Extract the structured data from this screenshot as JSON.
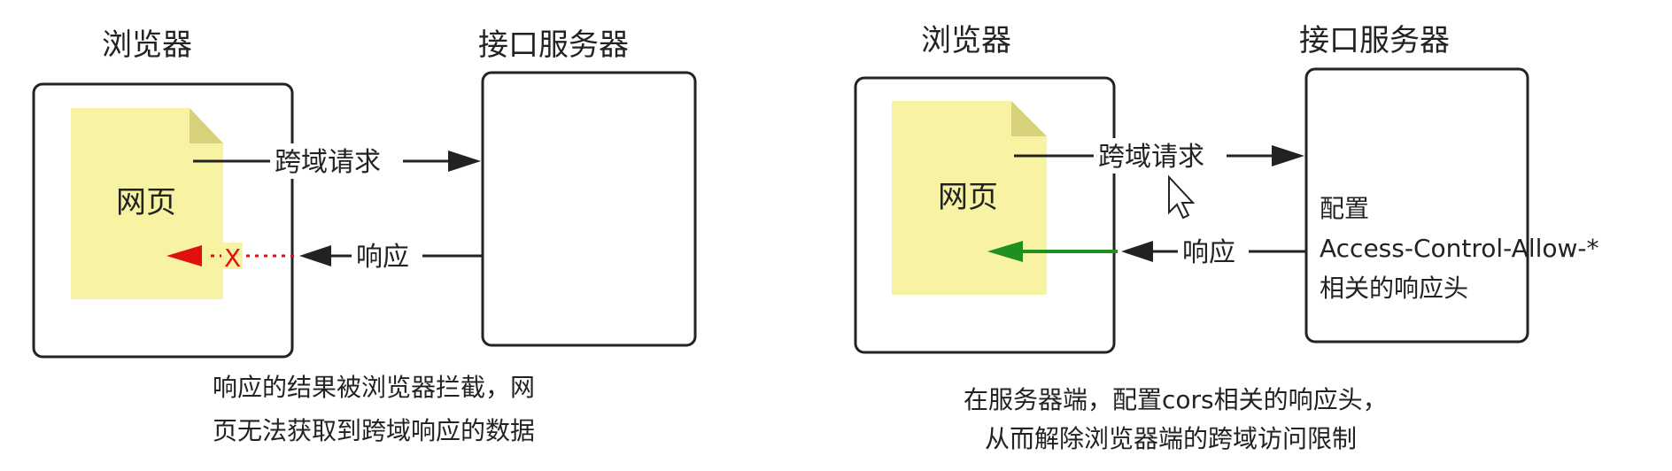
{
  "colors": {
    "page_fill": "#f8f3a3",
    "page_fold": "#d6d17a",
    "blocked_arrow": "#e01010",
    "allowed_arrow": "#1f8f1f",
    "line": "#222222"
  },
  "left_panel": {
    "browser_title": "浏览器",
    "server_title": "接口服务器",
    "page_label": "网页",
    "request_label": "跨域请求",
    "response_label": "响应",
    "blocked_mark": "X",
    "caption_line1": "响应的结果被浏览器拦截，网",
    "caption_line2": "页无法获取到跨域响应的数据"
  },
  "right_panel": {
    "browser_title": "浏览器",
    "server_title": "接口服务器",
    "page_label": "网页",
    "request_label": "跨域请求",
    "response_label": "响应",
    "server_text_line1": "配置",
    "server_text_line2": "Access-Control-Allow-*",
    "server_text_line3": "相关的响应头",
    "caption_line1": "在服务器端，配置cors相关的响应头，",
    "caption_line2": "从而解除浏览器端的跨域访问限制"
  },
  "icons": {
    "cursor": "mouse-pointer-icon"
  }
}
